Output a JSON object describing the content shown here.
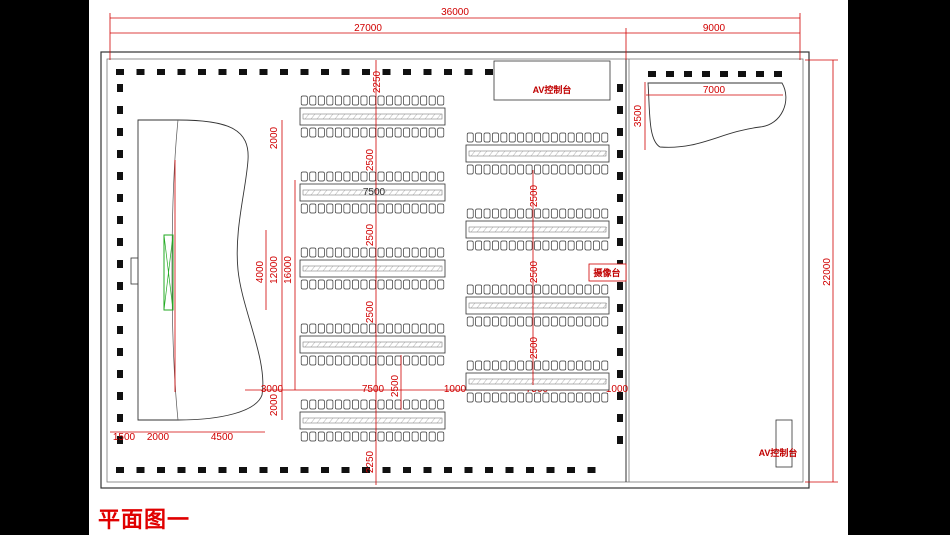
{
  "caption": "平面图一",
  "labels": {
    "av_console_main": "AV控制台",
    "av_console_side": "AV控制台",
    "camera_stand": "摄像台"
  },
  "dimensions": {
    "total_width": "36000",
    "main_hall_width": "27000",
    "side_room_width": "9000",
    "total_depth": "22000",
    "stage_width": "7000",
    "stage_depth": "3500",
    "row_gap_top": "2250",
    "row_gap_bottom": "2250",
    "row_gap_a1": "2500",
    "row_gap_a2": "2500",
    "row_gap_a3": "2500",
    "row_gap_a4": "2500",
    "row_gap_b1": "2500",
    "row_gap_b2": "2500",
    "row_gap_b3": "2500",
    "table_len_a": "7500",
    "table_len_b": "7500",
    "table_len_c": "7500",
    "aisle_mid": "1000",
    "aisle_right": "1000",
    "left_gap": "3000",
    "screen_h1": "2000",
    "screen_h2": "2000",
    "screen_span": "4000",
    "screen_span2": "12000",
    "screen_span3": "16000",
    "bottom_1500": "1500",
    "bottom_2000": "2000",
    "bottom_4500": "4500"
  },
  "colors": {
    "dimension": "#d00000",
    "outline": "#222222",
    "caption": "#e00000"
  }
}
